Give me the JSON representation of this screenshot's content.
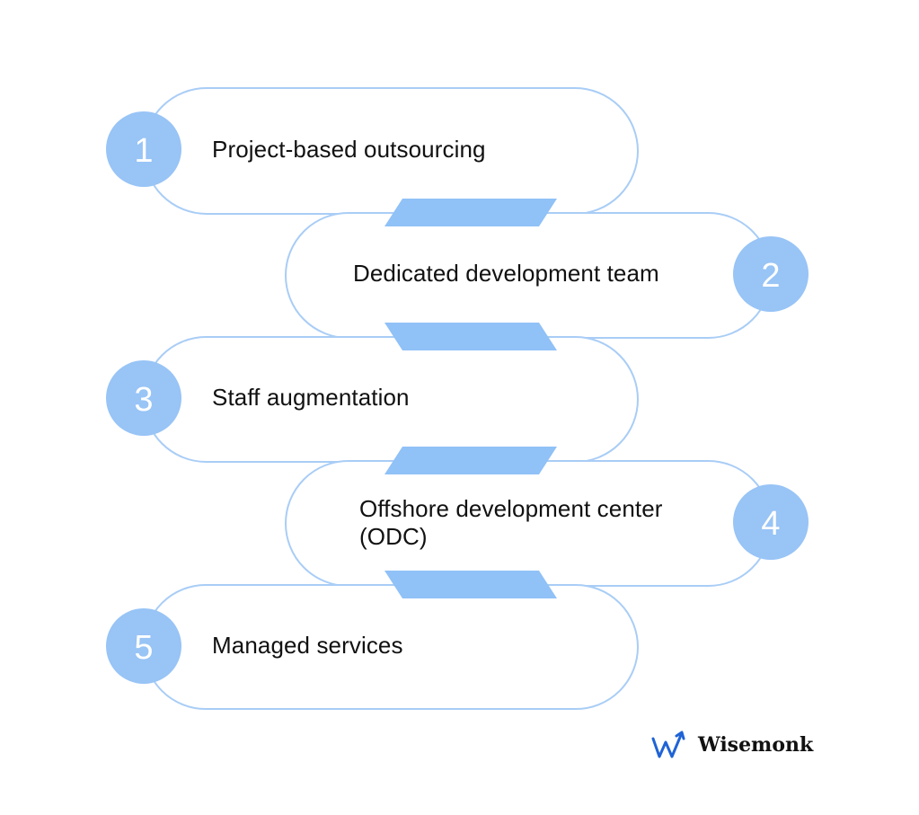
{
  "steps": [
    {
      "number": "1",
      "label": "Project-based outsourcing"
    },
    {
      "number": "2",
      "label": "Dedicated development team"
    },
    {
      "number": "3",
      "label": "Staff augmentation"
    },
    {
      "number": "4",
      "label": "Offshore development center",
      "label_line2": "(ODC)"
    },
    {
      "number": "5",
      "label": "Managed services"
    }
  ],
  "brand": {
    "name": "Wisemonk",
    "icon": "wisemonk-logo-icon"
  },
  "colors": {
    "outline": "#a9cdf6",
    "circle": "#98c4f6",
    "connector": "#90c1f7",
    "number": "#ffffff",
    "text": "#111111",
    "logo_mark": "#1f63d6"
  }
}
